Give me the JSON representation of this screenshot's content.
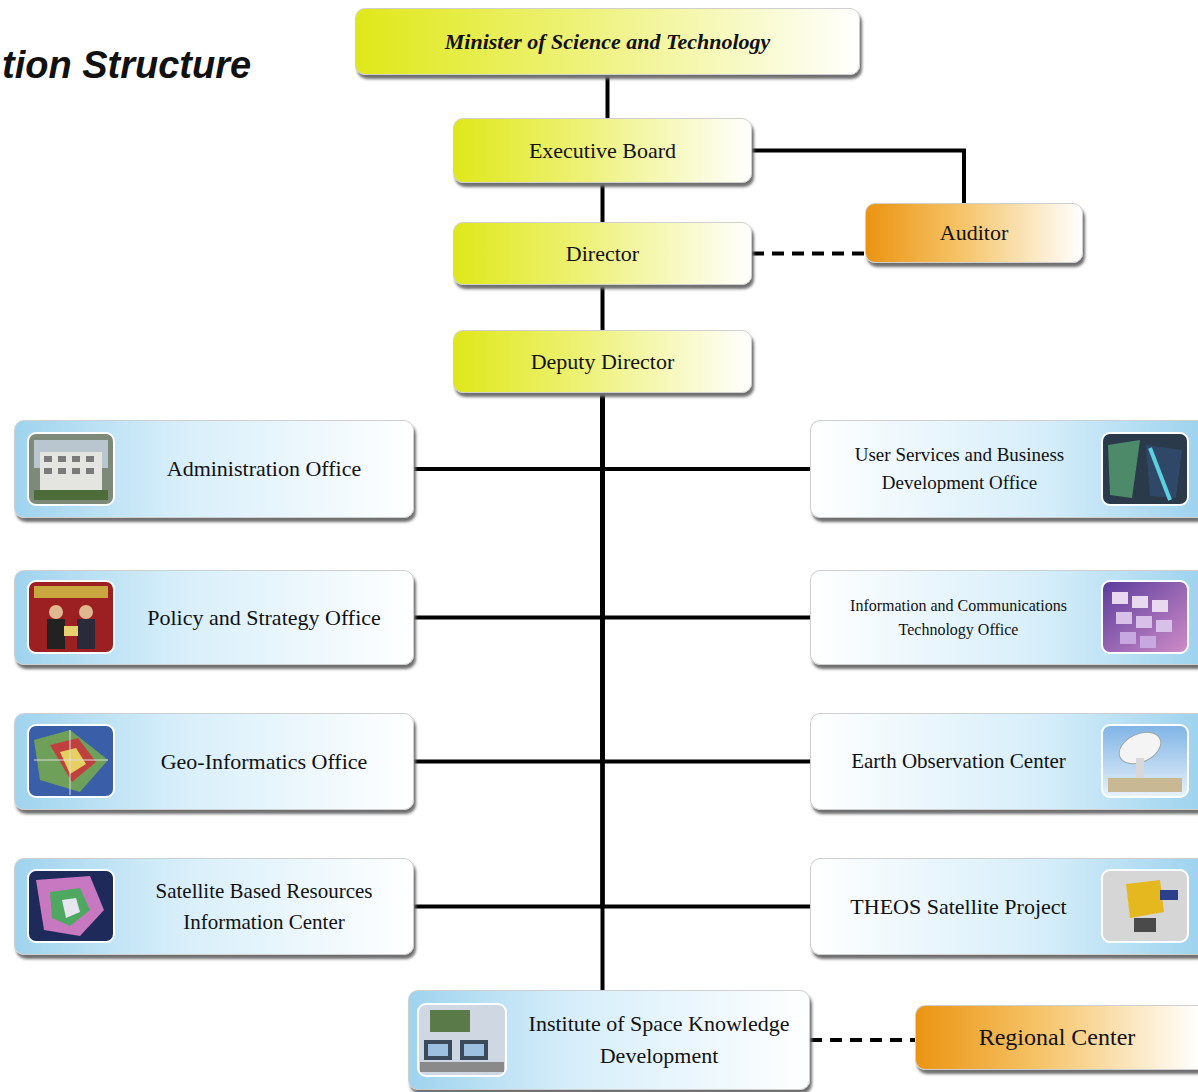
{
  "diagram": {
    "title": "tion Structure",
    "nodes": [
      {
        "text": [
          "Minister of Science and Technology"
        ]
      },
      {
        "text": [
          "Executive Board"
        ]
      },
      {
        "text": [
          "Auditor"
        ]
      },
      {
        "text": [
          "Director"
        ]
      },
      {
        "text": [
          "Deputy Director"
        ]
      },
      {
        "text": [
          "Administration Office"
        ]
      },
      {
        "text": [
          "User Services and Business Development Office"
        ]
      },
      {
        "text": [
          "Policy and Strategy Office"
        ]
      },
      {
        "text": [
          "Information and Communications Technology Office"
        ]
      },
      {
        "text": [
          "Geo-Informatics Office"
        ]
      },
      {
        "text": [
          "Earth Observation Center"
        ]
      },
      {
        "text": [
          "Satellite Based Resources Information Center"
        ]
      },
      {
        "text": [
          "THEOS Satellite Project"
        ]
      },
      {
        "text": [
          "Institute of Space Knowledge Development"
        ]
      },
      {
        "text": [
          "Regional Center"
        ]
      }
    ],
    "edges": [
      {
        "from": 0,
        "to": 1,
        "arrow": "none"
      },
      {
        "from": 1,
        "to": 2,
        "arrow": "none"
      },
      {
        "from": 1,
        "to": 3,
        "arrow": "none"
      },
      {
        "from": 3,
        "to": 2,
        "arrow": "none"
      },
      {
        "from": 3,
        "to": 4,
        "arrow": "none"
      },
      {
        "from": 4,
        "to": 5,
        "arrow": "none"
      },
      {
        "from": 4,
        "to": 6,
        "arrow": "none"
      },
      {
        "from": 4,
        "to": 7,
        "arrow": "none"
      },
      {
        "from": 4,
        "to": 8,
        "arrow": "none"
      },
      {
        "from": 4,
        "to": 9,
        "arrow": "none"
      },
      {
        "from": 4,
        "to": 10,
        "arrow": "none"
      },
      {
        "from": 4,
        "to": 11,
        "arrow": "none"
      },
      {
        "from": 4,
        "to": 12,
        "arrow": "none"
      },
      {
        "from": 4,
        "to": 13,
        "arrow": "none"
      },
      {
        "from": 13,
        "to": 14,
        "arrow": "none"
      }
    ]
  }
}
